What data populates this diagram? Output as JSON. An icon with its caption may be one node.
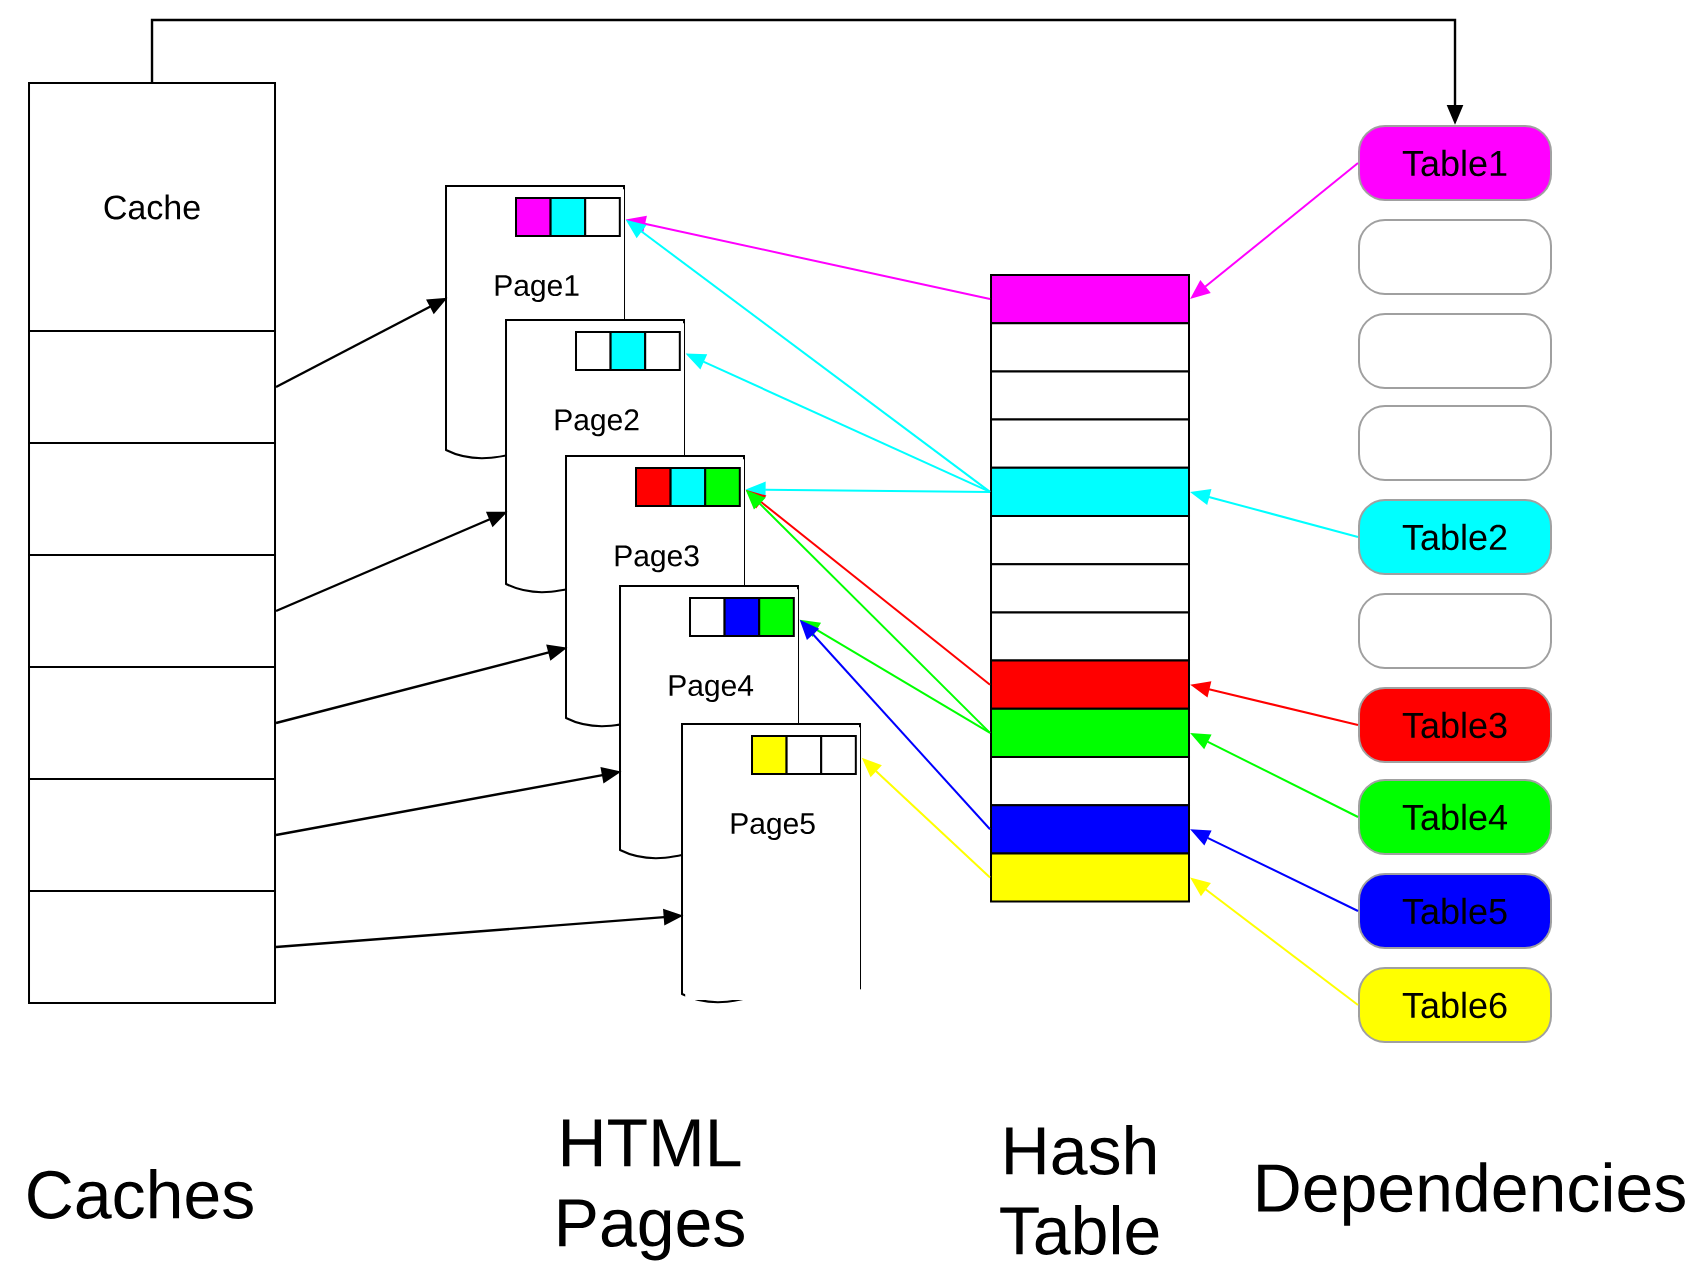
{
  "diagram": {
    "nodes": [
      {
        "text": [
          "Cache"
        ]
      },
      {
        "text": [],
        "shape": "box"
      },
      {
        "text": [],
        "shape": "box"
      },
      {
        "text": [],
        "shape": "box"
      },
      {
        "text": [],
        "shape": "box"
      },
      {
        "text": [],
        "shape": "box"
      },
      {
        "text": [],
        "shape": "box"
      },
      {
        "text": [
          "Page1"
        ]
      },
      {
        "text": [
          "Page2"
        ]
      },
      {
        "text": [
          "Page3"
        ]
      },
      {
        "text": [
          "Page4"
        ]
      },
      {
        "text": [
          "Page5"
        ]
      },
      {
        "text": [],
        "shape": "box"
      },
      {
        "text": [],
        "shape": "box"
      },
      {
        "text": [],
        "shape": "box"
      },
      {
        "text": [],
        "shape": "box"
      },
      {
        "text": [],
        "shape": "box"
      },
      {
        "text": [],
        "shape": "box"
      },
      {
        "text": [],
        "shape": "box"
      },
      {
        "text": [],
        "shape": "box"
      },
      {
        "text": [],
        "shape": "box"
      },
      {
        "text": [],
        "shape": "box"
      },
      {
        "text": [],
        "shape": "box"
      },
      {
        "text": [],
        "shape": "box"
      },
      {
        "text": [],
        "shape": "box"
      },
      {
        "text": [
          "Table1"
        ]
      },
      {
        "text": [],
        "shape": "box"
      },
      {
        "text": [],
        "shape": "box"
      },
      {
        "text": [],
        "shape": "box"
      },
      {
        "text": [
          "Table2"
        ]
      },
      {
        "text": [],
        "shape": "box"
      },
      {
        "text": [
          "Table3"
        ]
      },
      {
        "text": [
          "Table4"
        ]
      },
      {
        "text": [
          "Table5"
        ]
      },
      {
        "text": [
          "Table6"
        ]
      }
    ],
    "edges": [
      {
        "from": 0,
        "to": 25,
        "arrow": "to"
      },
      {
        "from": 1,
        "to": 7,
        "arrow": "to"
      },
      {
        "from": 3,
        "to": 8,
        "arrow": "to"
      },
      {
        "from": 4,
        "to": 9,
        "arrow": "to"
      },
      {
        "from": 5,
        "to": 10,
        "arrow": "to"
      },
      {
        "from": 6,
        "to": 11,
        "arrow": "to"
      },
      {
        "from": 12,
        "to": 7,
        "arrow": "to",
        "color": "#ff00ff"
      },
      {
        "from": 16,
        "to": 7,
        "arrow": "to",
        "color": "#00ffff"
      },
      {
        "from": 16,
        "to": 8,
        "arrow": "to",
        "color": "#00ffff"
      },
      {
        "from": 16,
        "to": 9,
        "arrow": "to",
        "color": "#00ffff"
      },
      {
        "from": 20,
        "to": 9,
        "arrow": "to",
        "color": "#ff0000"
      },
      {
        "from": 21,
        "to": 9,
        "arrow": "to",
        "color": "#00ff00"
      },
      {
        "from": 21,
        "to": 10,
        "arrow": "to",
        "color": "#00ff00"
      },
      {
        "from": 23,
        "to": 10,
        "arrow": "to",
        "color": "#0000ff"
      },
      {
        "from": 24,
        "to": 11,
        "arrow": "to",
        "color": "#ffff00"
      },
      {
        "from": 25,
        "to": 12,
        "arrow": "to",
        "color": "#ff00ff"
      },
      {
        "from": 29,
        "to": 16,
        "arrow": "to",
        "color": "#00ffff"
      },
      {
        "from": 31,
        "to": 20,
        "arrow": "to",
        "color": "#ff0000"
      },
      {
        "from": 32,
        "to": 21,
        "arrow": "to",
        "color": "#00ff00"
      },
      {
        "from": 33,
        "to": 23,
        "arrow": "to",
        "color": "#0000ff"
      },
      {
        "from": 34,
        "to": 24,
        "arrow": "to",
        "color": "#ffff00"
      }
    ],
    "labels": [
      "Caches",
      "HTML Pages",
      "Hash Table",
      "Dependencies"
    ]
  }
}
